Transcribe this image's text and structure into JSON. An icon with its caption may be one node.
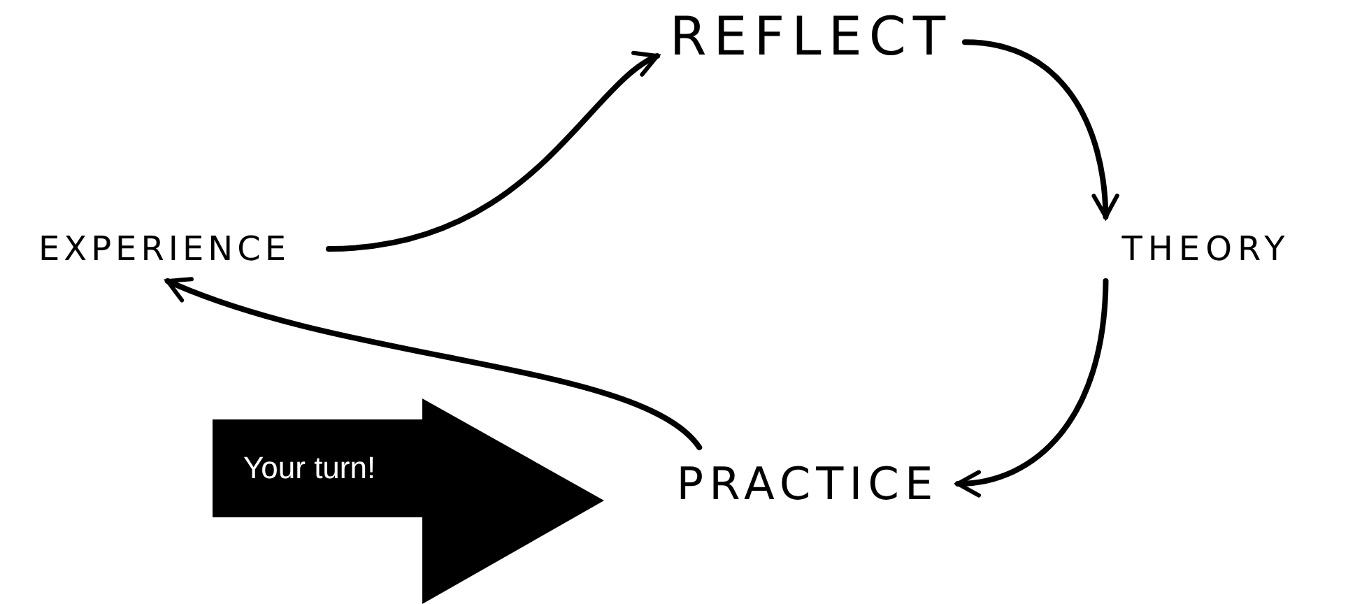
{
  "diagram": {
    "nodes": [
      {
        "text": [
          "REFLECT"
        ]
      },
      {
        "text": [
          "EXPERIENCE"
        ]
      },
      {
        "text": [
          "THEORY"
        ]
      },
      {
        "text": [
          "PRACTICE"
        ]
      },
      {
        "text": [
          "Your turn!"
        ]
      }
    ],
    "edges": [
      {
        "from": 1,
        "to": 0,
        "arrow": "to"
      },
      {
        "from": 0,
        "to": 2,
        "arrow": "to"
      },
      {
        "from": 2,
        "to": 3,
        "arrow": "to"
      },
      {
        "from": 3,
        "to": 1,
        "arrow": "to"
      }
    ]
  }
}
